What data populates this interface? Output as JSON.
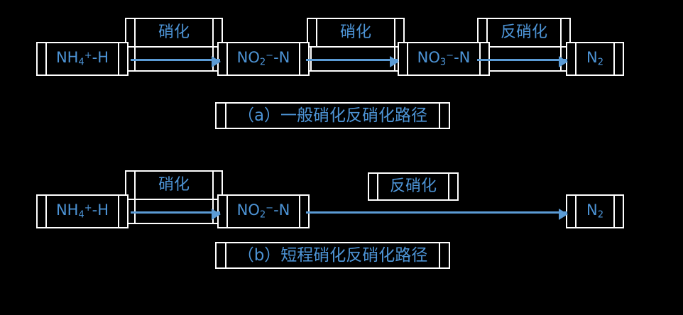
{
  "figure": {
    "background_color": "#000000",
    "border_color": "#ffffff",
    "text_color": "#4d94d6",
    "arrow_color": "#5b9bd5"
  },
  "diagram_a": {
    "caption": "（a）一般硝化反硝化路径",
    "species": [
      {
        "id": "ammonium",
        "html": "NH<sub>4</sub><sup>+</sup>-H",
        "plain": "NH4+-H"
      },
      {
        "id": "nitrite",
        "html": "NO<sub>2</sub><sup>−</sup>-N",
        "plain": "NO2--N"
      },
      {
        "id": "nitrate",
        "html": "NO<sub>3</sub><sup>−</sup>-N",
        "plain": "NO3--N"
      },
      {
        "id": "dinitrogen",
        "html": "N<sub>2</sub>",
        "plain": "N2"
      }
    ],
    "steps": [
      {
        "id": "step-1",
        "label": "硝化",
        "from": "NH4+-H",
        "to": "NO2--N"
      },
      {
        "id": "step-2",
        "label": "硝化",
        "from": "NO2--N",
        "to": "NO3--N"
      },
      {
        "id": "step-3",
        "label": "反硝化",
        "from": "NO3--N",
        "to": "N2"
      }
    ]
  },
  "diagram_b": {
    "caption": "（b）短程硝化反硝化路径",
    "species": [
      {
        "id": "ammonium",
        "html": "NH<sub>4</sub><sup>+</sup>-H",
        "plain": "NH4+-H"
      },
      {
        "id": "nitrite",
        "html": "NO<sub>2</sub><sup>−</sup>-N",
        "plain": "NO2--N"
      },
      {
        "id": "dinitrogen",
        "html": "N<sub>2</sub>",
        "plain": "N2"
      }
    ],
    "steps": [
      {
        "id": "step-1",
        "label": "硝化",
        "from": "NH4+-H",
        "to": "NO2--N"
      },
      {
        "id": "step-2",
        "label": "反硝化",
        "from": "NO2--N",
        "to": "N2"
      }
    ]
  }
}
